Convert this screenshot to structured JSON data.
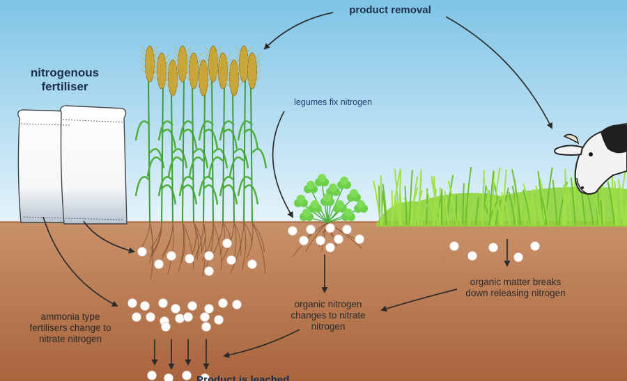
{
  "labels": {
    "product_removal": "product removal",
    "nitrogenous_fertiliser_line1": "nitrogenous",
    "nitrogenous_fertiliser_line2": "fertiliser",
    "legumes_fix_nitrogen": "legumes fix nitrogen",
    "organic_matter_line1": "organic matter breaks",
    "organic_matter_line2": "down releasing nitrogen",
    "organic_nitrogen_line1": "organic nitrogen",
    "organic_nitrogen_line2": "changes to nitrate",
    "organic_nitrogen_line3": "nitrogen",
    "ammonia_line1": "ammonia type",
    "ammonia_line2": "fertilisers change to",
    "ammonia_line3": "nitrate nitrogen",
    "bottom_partial": "Product is leached"
  },
  "colors": {
    "sky_top": "#7ec4e6",
    "sky_bottom": "#e6f4fb",
    "soil_top": "#c9926a",
    "soil_bottom": "#a9643c",
    "grass": "#8fd43a",
    "clover": "#6cd04a",
    "wheat_stem": "#3f9a3a",
    "wheat_head": "#c9a536",
    "arrow": "#2b2b2b",
    "label_dark": "#1c2f4a"
  }
}
